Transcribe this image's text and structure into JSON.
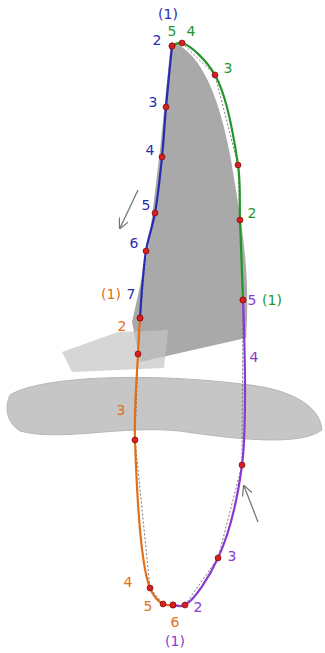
{
  "diagram": {
    "labels": [
      "(1)",
      "2",
      "5",
      "4",
      "3",
      "3",
      "4",
      "2",
      "5",
      "6",
      "(1)",
      "7",
      "5",
      "(1)",
      "2",
      "4",
      "3",
      "3",
      "4",
      "5",
      "6",
      "2",
      "(1)"
    ]
  }
}
